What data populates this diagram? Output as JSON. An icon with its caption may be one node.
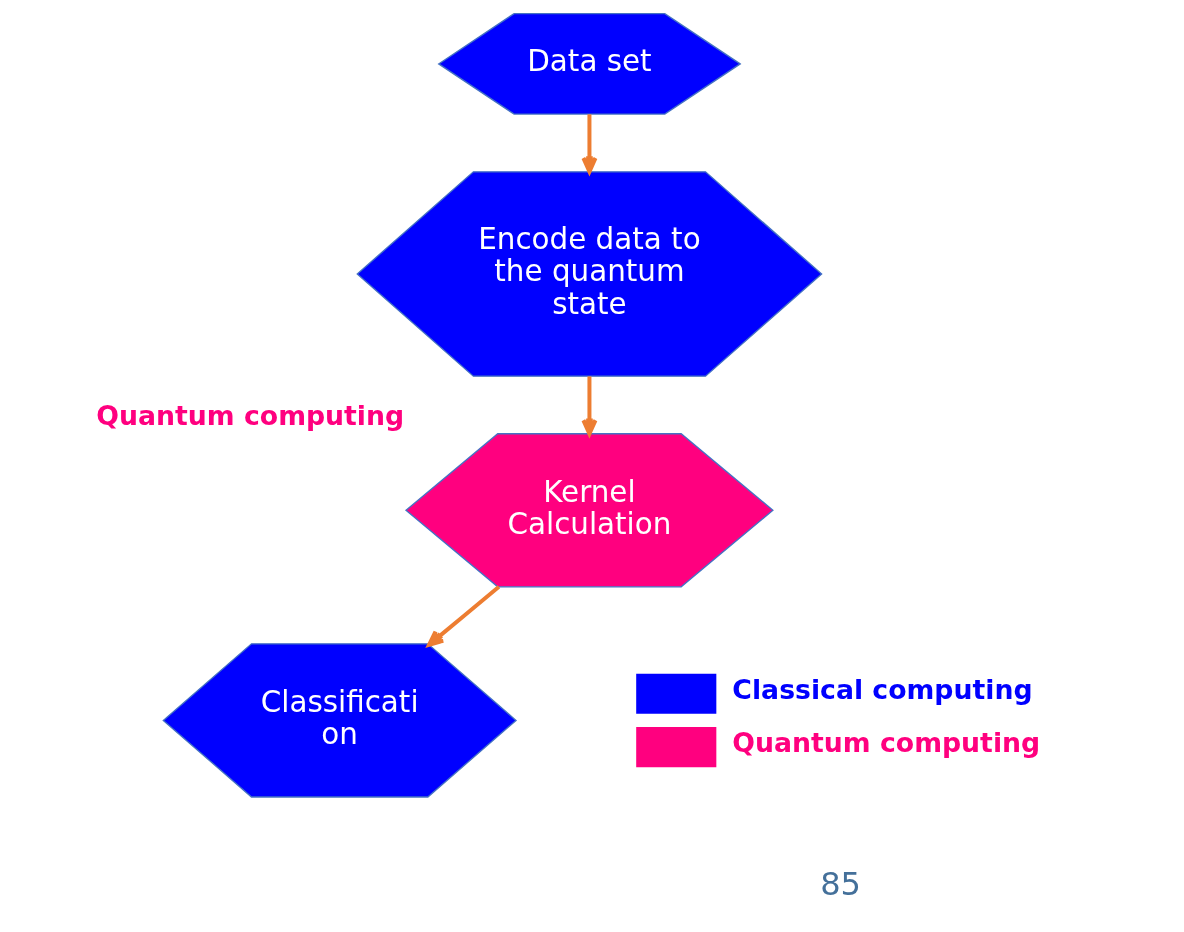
{
  "diagram": {
    "nodes": [
      {
        "text": [
          "Data set"
        ]
      },
      {
        "text": [
          "Encode data to the quantum state"
        ]
      },
      {
        "text": [
          "Kernel Calculation"
        ],
        "beside": [
          "Quantum computing"
        ]
      },
      {
        "text": [
          "Classificati on"
        ]
      }
    ],
    "edges": [
      {
        "from": 0,
        "to": 1,
        "arrow": "to"
      },
      {
        "from": 1,
        "to": 2,
        "arrow": "to"
      },
      {
        "from": 2,
        "to": 3,
        "arrow": "to"
      }
    ],
    "labels": [
      "85"
    ],
    "legend": [
      {
        "text": "Classical computing",
        "color": "#0000ff"
      },
      {
        "text": "Quantum computing",
        "color": "#ff007f"
      }
    ]
  }
}
